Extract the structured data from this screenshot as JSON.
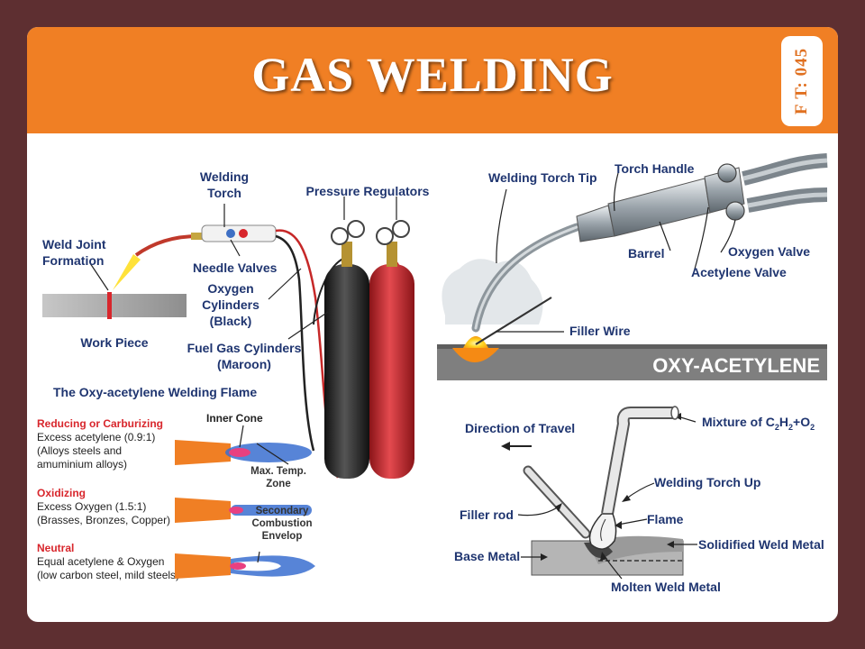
{
  "header": {
    "title": "GAS WELDING",
    "code": "F T: 045"
  },
  "setup": {
    "welding_torch": [
      "Welding",
      "Torch"
    ],
    "pressure_regulators": "Pressure Regulators",
    "weld_joint": [
      "Weld Joint",
      "Formation"
    ],
    "needle_valves": "Needle Valves",
    "oxygen_cylinders": [
      "Oxygen",
      "Cylinders",
      "(Black)"
    ],
    "work_piece": "Work Piece",
    "fuel_cylinders": [
      "Fuel Gas Cylinders",
      "(Maroon)"
    ]
  },
  "torch_detail": {
    "tip": "Welding Torch Tip",
    "handle": "Torch Handle",
    "barrel": "Barrel",
    "oxygen_valve": "Oxygen Valve",
    "acetylene_valve": "Acetylene Valve",
    "filler_wire": "Filler Wire",
    "banner": "OXY-ACETYLENE"
  },
  "flames": {
    "title": "The Oxy-acetylene Welding Flame",
    "inner_cone": "Inner Cone",
    "max_temp": [
      "Max. Temp.",
      "Zone"
    ],
    "secondary": [
      "Secondary",
      "Combustion",
      "Envelop"
    ],
    "types": [
      {
        "name": "Reducing or Carburizing",
        "lines": [
          "Excess acetylene (0.9:1)",
          "(Alloys steels and",
          "amuminium alloys)"
        ]
      },
      {
        "name": "Oxidizing",
        "lines": [
          "Excess Oxygen (1.5:1)",
          "(Brasses, Bronzes, Copper)"
        ]
      },
      {
        "name": "Neutral",
        "lines": [
          "Equal acetylene & Oxygen",
          "(low carbon steel, mild steels)"
        ]
      }
    ]
  },
  "process": {
    "direction": "Direction of Travel",
    "mixture": "Mixture of C",
    "mixture_sub1": "2",
    "mixture_mid": "H",
    "mixture_sub2": "2",
    "mixture_end": "+O",
    "mixture_sub3": "2",
    "torch_up": "Welding Torch Up",
    "filler_rod": "Filler rod",
    "flame": "Flame",
    "base_metal": "Base Metal",
    "solidified": "Solidified Weld Metal",
    "molten": "Molten Weld Metal"
  },
  "colors": {
    "banner": "#f07f24",
    "background": "#5e2f31",
    "label": "#1f3570",
    "accent": "#d8262c"
  }
}
